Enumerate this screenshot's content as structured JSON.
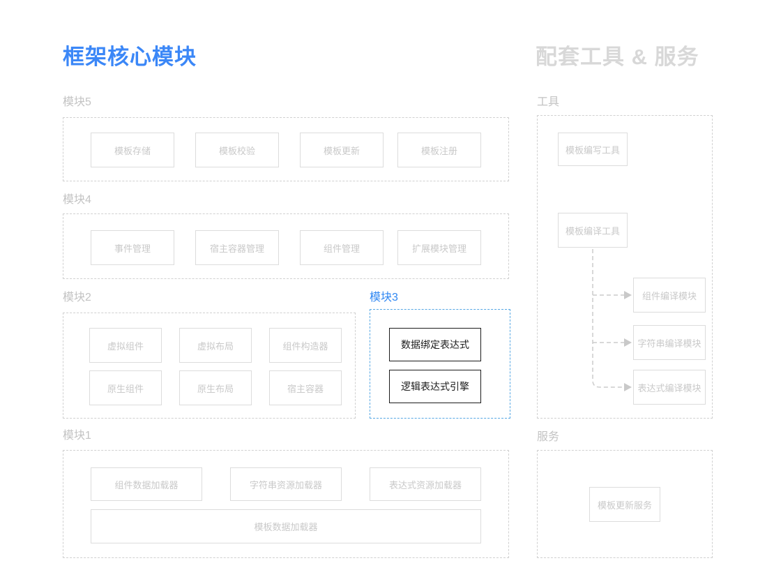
{
  "header": {
    "left_title": "框架核心模块",
    "right_title": "配套工具 & 服务"
  },
  "colors": {
    "accent_blue": "#3b87f7",
    "highlight_dashed_border": "#55a7e4",
    "muted_gray_text": "#c9c9c9",
    "section_label_gray": "#c3c3c3",
    "right_title_gray": "#d8d8d8",
    "dark_box": "#1b1b1b",
    "dashed_border_gray": "#d0d0d0"
  },
  "core": {
    "module5": {
      "label": "模块5",
      "boxes": [
        "模板存储",
        "模板校验",
        "模板更新",
        "模板注册"
      ]
    },
    "module4": {
      "label": "模块4",
      "boxes": [
        "事件管理",
        "宿主容器管理",
        "组件管理",
        "扩展模块管理"
      ]
    },
    "module2": {
      "label": "模块2",
      "boxes": [
        "虚拟组件",
        "虚拟布局",
        "组件构造器",
        "原生组件",
        "原生布局",
        "宿主容器"
      ]
    },
    "module3": {
      "label": "模块3",
      "highlighted": true,
      "boxes": [
        "数据绑定表达式",
        "逻辑表达式引擎"
      ]
    },
    "module1": {
      "label": "模块1",
      "boxes": [
        "组件数据加载器",
        "字符串资源加载器",
        "表达式资源加载器"
      ],
      "wide_box": "模板数据加载器"
    }
  },
  "tools": {
    "label": "工具",
    "authoring_tool": "模板编写工具",
    "compile_tool": "模板编译工具",
    "compile_modules": [
      "组件编译模块",
      "字符串编译模块",
      "表达式编译模块"
    ],
    "connections": [
      {
        "from": "模板编译工具",
        "to": "组件编译模块",
        "style": "dashed-arrow"
      },
      {
        "from": "模板编译工具",
        "to": "字符串编译模块",
        "style": "dashed-arrow"
      },
      {
        "from": "模板编译工具",
        "to": "表达式编译模块",
        "style": "dashed-arrow"
      }
    ]
  },
  "services": {
    "label": "服务",
    "box": "模板更新服务"
  }
}
